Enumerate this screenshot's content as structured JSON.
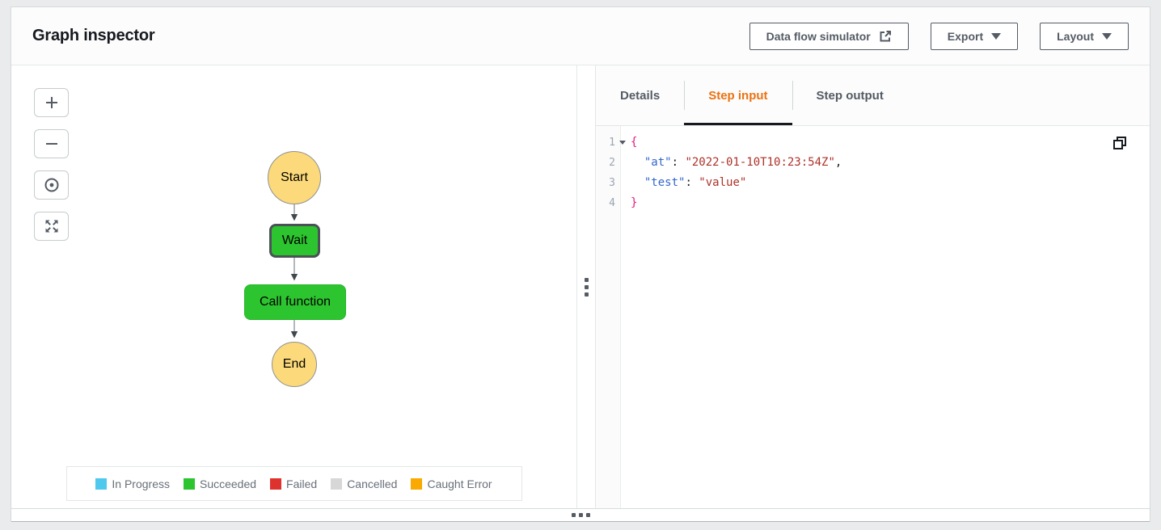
{
  "header": {
    "title": "Graph inspector",
    "actions": [
      {
        "label": "Data flow simulator",
        "icon": "external-link"
      },
      {
        "label": "Export",
        "icon": "caret-down"
      },
      {
        "label": "Layout",
        "icon": "caret-down"
      }
    ]
  },
  "graph": {
    "zoom_controls": [
      {
        "icon": "zoom-in"
      },
      {
        "icon": "zoom-out"
      },
      {
        "icon": "center"
      },
      {
        "icon": "fit-to-view"
      }
    ],
    "nodes": [
      {
        "id": "start",
        "label": "Start",
        "shape": "circle",
        "color": "#fcd97a"
      },
      {
        "id": "wait",
        "label": "Wait",
        "shape": "rect",
        "color": "#2dc52f",
        "selected": true
      },
      {
        "id": "call-function",
        "label": "Call function",
        "shape": "rect",
        "color": "#2dc52f"
      },
      {
        "id": "end",
        "label": "End",
        "shape": "circle",
        "color": "#fcd97a"
      }
    ],
    "edges": [
      "start->wait",
      "wait->call-function",
      "call-function->end"
    ],
    "legend": [
      {
        "label": "In Progress",
        "color": "#4ec9ed"
      },
      {
        "label": "Succeeded",
        "color": "#2dc52f"
      },
      {
        "label": "Failed",
        "color": "#de322f"
      },
      {
        "label": "Cancelled",
        "color": "#d7d7d7"
      },
      {
        "label": "Caught Error",
        "color": "#f9a900"
      }
    ]
  },
  "details_panel": {
    "tabs": [
      {
        "label": "Details",
        "active": false
      },
      {
        "label": "Step input",
        "active": true
      },
      {
        "label": "Step output",
        "active": false
      }
    ],
    "active_tab_color": "#ec7211",
    "editor": {
      "copy_icon": "copy",
      "fold_icon": "caret-down",
      "line_numbers": [
        "1",
        "2",
        "3",
        "4"
      ],
      "lines": [
        {
          "tokens": [
            {
              "c": "brace",
              "t": "{"
            }
          ]
        },
        {
          "tokens": [
            {
              "c": "plain",
              "t": "  "
            },
            {
              "c": "key",
              "t": "\"at\""
            },
            {
              "c": "plain",
              "t": ": "
            },
            {
              "c": "str",
              "t": "\"2022-01-10T10:23:54Z\""
            },
            {
              "c": "plain",
              "t": ","
            }
          ]
        },
        {
          "tokens": [
            {
              "c": "plain",
              "t": "  "
            },
            {
              "c": "key",
              "t": "\"test\""
            },
            {
              "c": "plain",
              "t": ": "
            },
            {
              "c": "str",
              "t": "\"value\""
            }
          ]
        },
        {
          "tokens": [
            {
              "c": "brace",
              "t": "}"
            }
          ]
        }
      ]
    }
  },
  "colors": {
    "tab_active_underline": "#16191f",
    "json_key": "#3366cc",
    "json_string": "#ad3128",
    "json_brace": "#e6187e",
    "node_selected_border": "#4a5157",
    "edge_line": "#82898f"
  }
}
